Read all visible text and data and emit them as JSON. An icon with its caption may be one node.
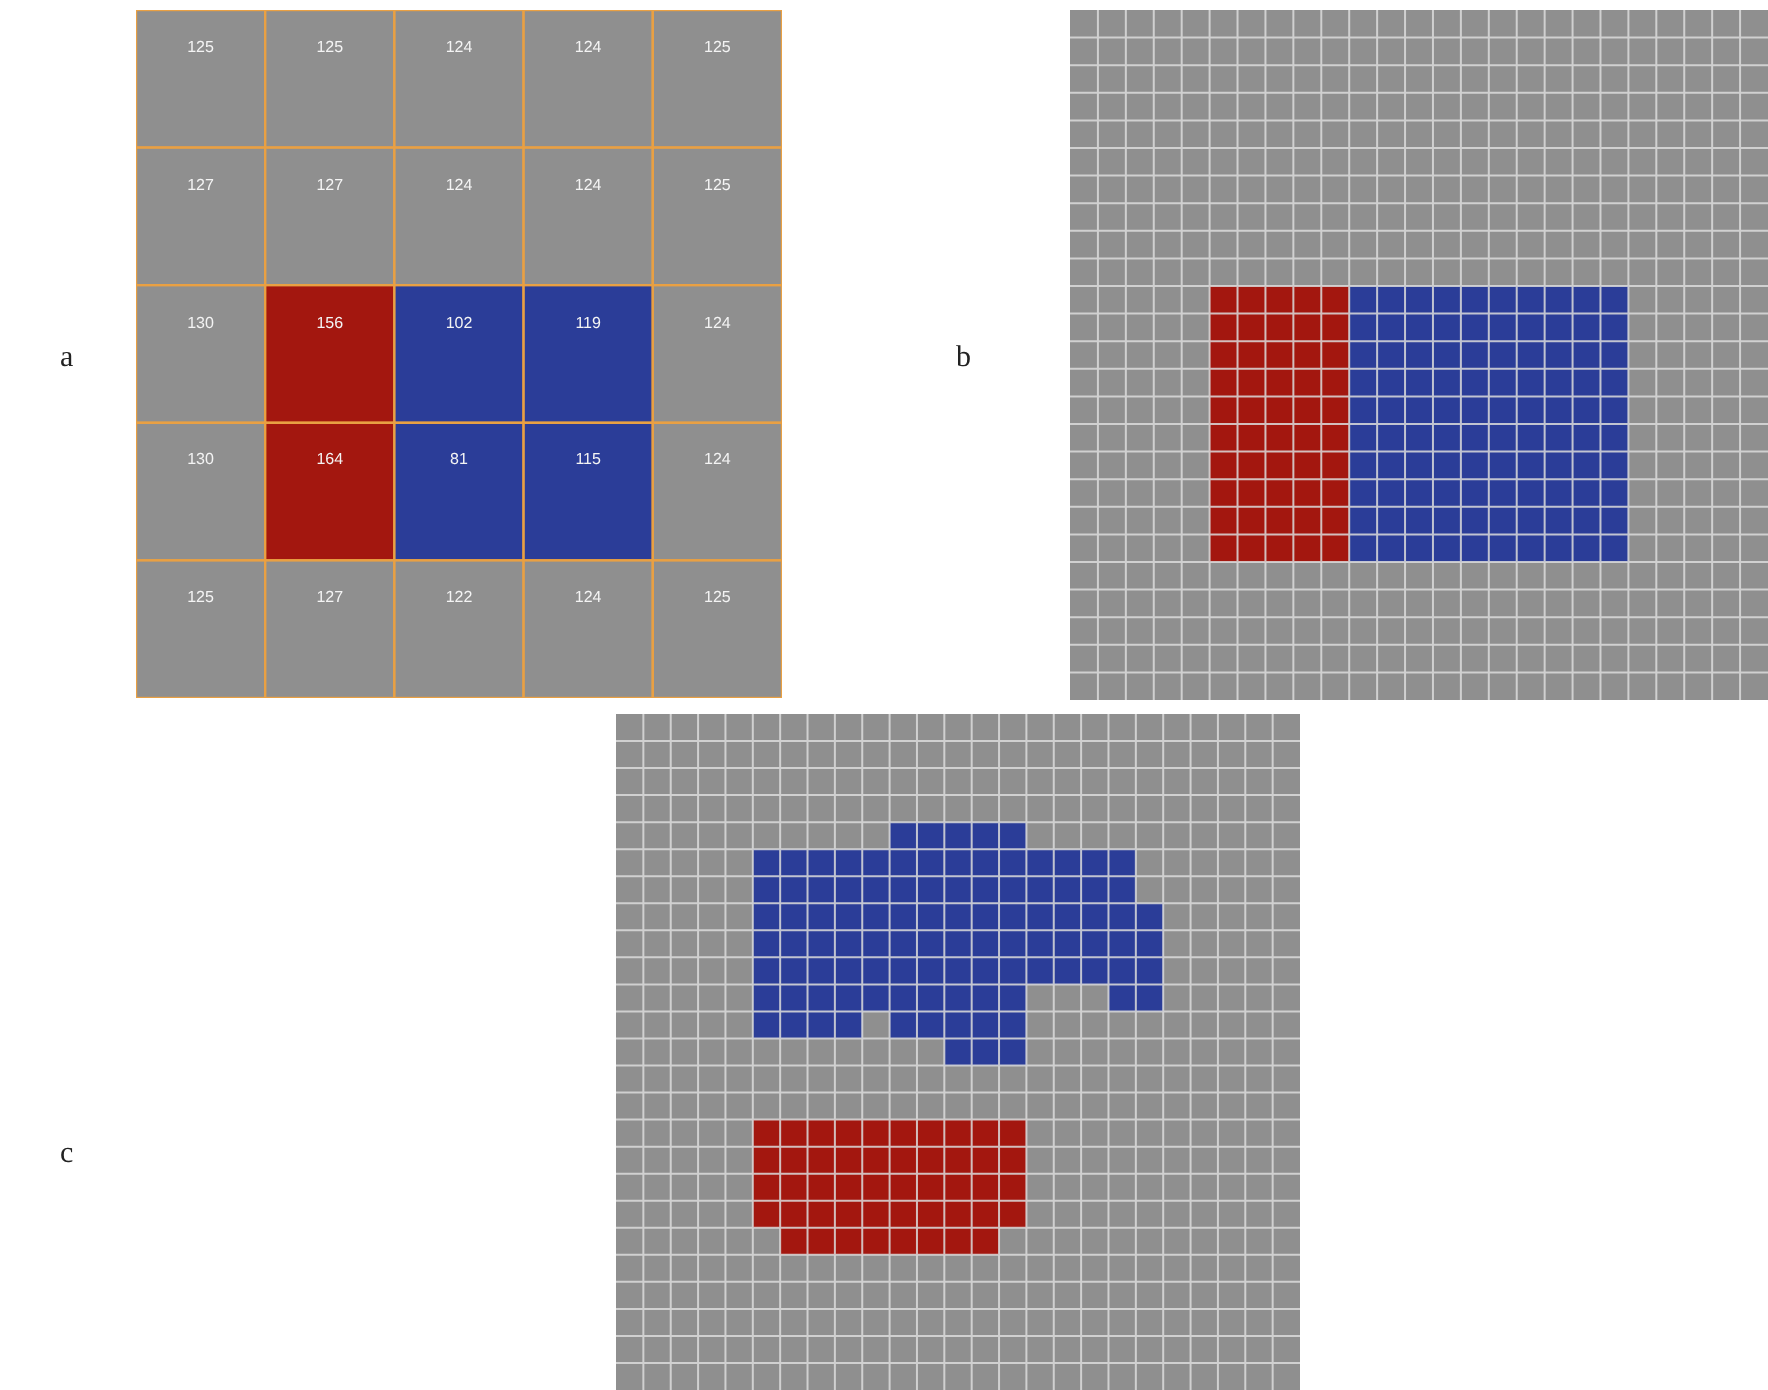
{
  "diagram": {
    "labels": [
      "a",
      "125",
      "125",
      "124",
      "124",
      "125",
      "127",
      "127",
      "124",
      "124",
      "125",
      "130",
      "156",
      "102",
      "119",
      "124",
      "130",
      "164",
      "81",
      "115",
      "124",
      "125",
      "127",
      "122",
      "124",
      "125",
      "b",
      "c"
    ]
  }
}
